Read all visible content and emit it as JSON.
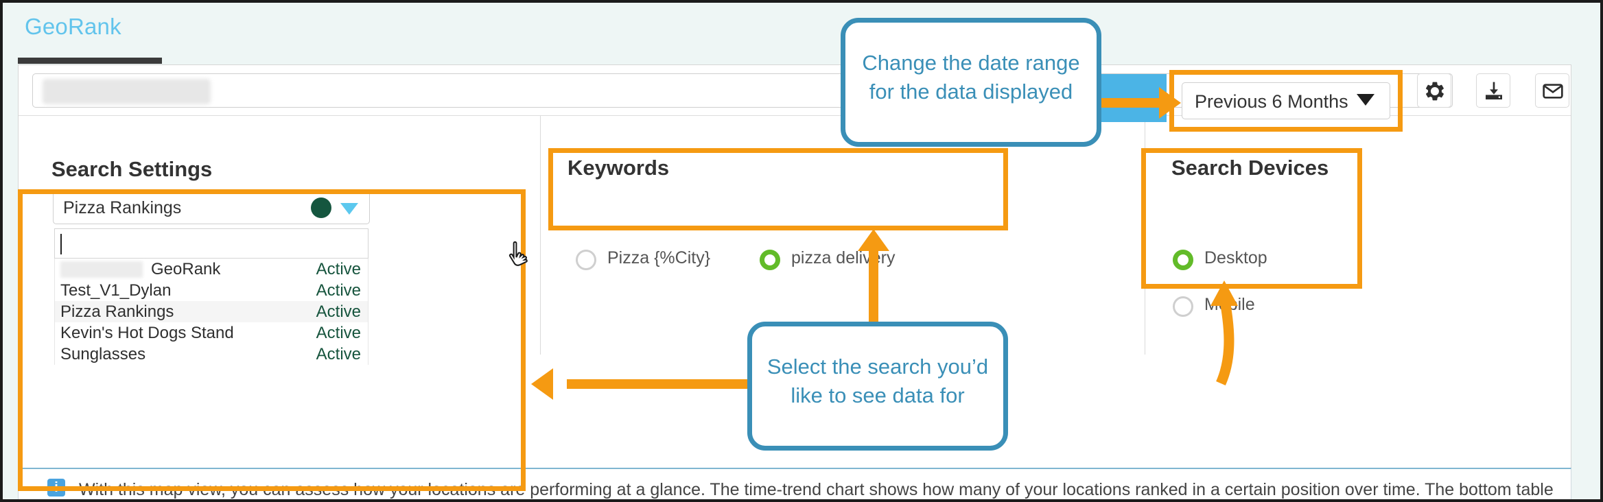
{
  "header": {
    "tab_label": "GeoRank"
  },
  "topbar": {
    "redacted_value": ""
  },
  "date_range": {
    "label": "Previous 6 Months",
    "caret_icon": "chevron-down-icon"
  },
  "actions": [
    {
      "icon": "gear-icon"
    },
    {
      "icon": "download-icon"
    },
    {
      "icon": "envelope-icon"
    }
  ],
  "search_settings": {
    "title": "Search Settings",
    "selected": "Pizza Rankings",
    "status_dot_color": "#15563f",
    "caret_icon": "caret-down-icon",
    "filter_placeholder": "",
    "filter_value": "",
    "options": [
      {
        "name": "GeoRank",
        "status": "Active",
        "redacted_prefix": true,
        "highlighted": false
      },
      {
        "name": "Test_V1_Dylan",
        "status": "Active",
        "redacted_prefix": false,
        "highlighted": false
      },
      {
        "name": "Pizza Rankings",
        "status": "Active",
        "redacted_prefix": false,
        "highlighted": true
      },
      {
        "name": "Kevin's Hot Dogs Stand",
        "status": "Active",
        "redacted_prefix": false,
        "highlighted": false
      },
      {
        "name": "Sunglasses",
        "status": "Active",
        "redacted_prefix": false,
        "highlighted": false
      }
    ]
  },
  "keywords": {
    "title": "Keywords",
    "options": [
      {
        "label": "Pizza {%City}",
        "selected": false
      },
      {
        "label": "pizza delivery",
        "selected": true
      }
    ]
  },
  "search_devices": {
    "title": "Search Devices",
    "options": [
      {
        "label": "Desktop",
        "selected": true
      },
      {
        "label": "Mobile",
        "selected": false
      }
    ]
  },
  "info_bar": {
    "icon": "info-icon",
    "icon_glyph": "i",
    "text": "With this map view, you can assess how your locations are performing at a glance. The time-trend chart shows how many of your locations ranked in a certain position over time. The bottom table"
  },
  "annotations": {
    "callout_date_range": {
      "line1": "Change the date range",
      "line2": "for the data displayed"
    },
    "callout_select_search": {
      "line1": "Select the search you’d",
      "line2": "like to see data for"
    },
    "highlight_color": "#f59a12",
    "callout_color": "#3a8fb7"
  }
}
